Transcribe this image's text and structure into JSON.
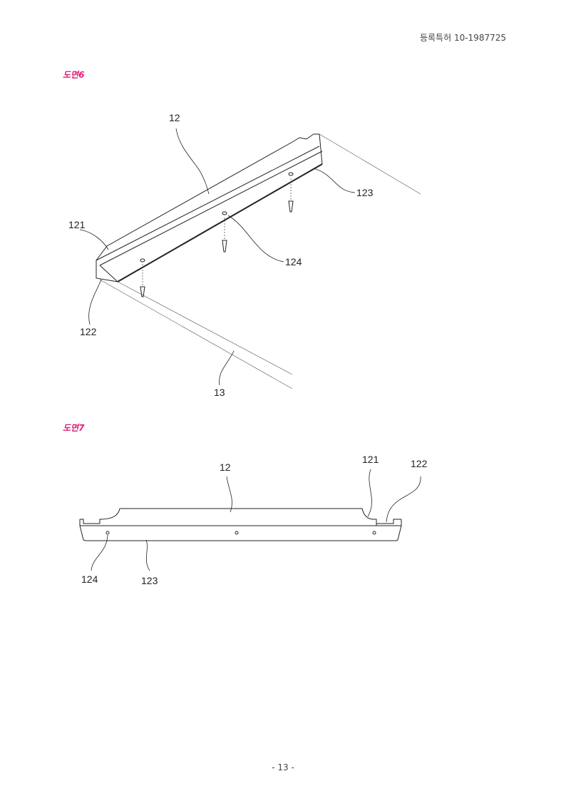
{
  "header": {
    "patent_number": "등록특허 10-1987725"
  },
  "figure6": {
    "title": "도면6",
    "labels": {
      "l12": "12",
      "l121": "121",
      "l122": "122",
      "l123": "123",
      "l124": "124",
      "l13": "13"
    }
  },
  "figure7": {
    "title": "도면7",
    "labels": {
      "l12": "12",
      "l121": "121",
      "l122": "122",
      "l124": "124",
      "l123": "123"
    }
  },
  "footer": {
    "page": "- 13 -"
  }
}
